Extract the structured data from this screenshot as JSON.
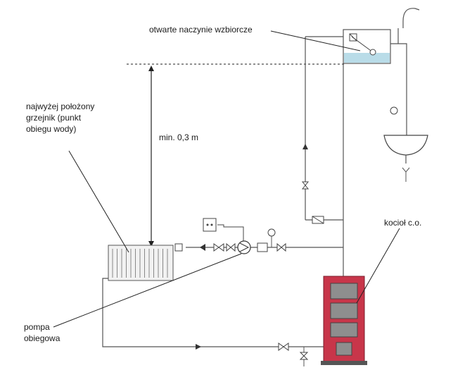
{
  "labels": {
    "expansion_vessel": "otwarte naczynie wzbiorcze",
    "highest_radiator": [
      "najwyżej położony",
      "grzejnik (punkt",
      "obiegu wody)"
    ],
    "min_height": "min. 0,3 m",
    "boiler": "kocioł c.o.",
    "pump": [
      "pompa",
      "obiegowa"
    ]
  },
  "colors": {
    "pipe": "#555555",
    "leader": "#222222",
    "boiler_body": "#c8364a",
    "boiler_door": "#8e8e8e",
    "water": "#b9dce8",
    "radiator": "#f2f2f2",
    "tank": "#ffffff"
  }
}
